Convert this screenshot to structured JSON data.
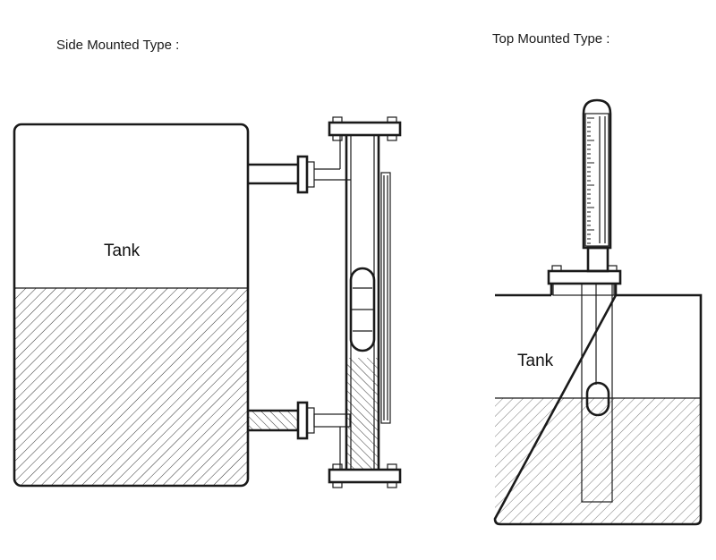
{
  "labels": {
    "side_heading": "Side Mounted Type :",
    "top_heading": "Top Mounted Type :",
    "side_tank": "Tank",
    "top_tank": "Tank"
  },
  "style": {
    "line_color": "#1a1a1a",
    "background": "#ffffff",
    "hatch_color": "#333333"
  }
}
